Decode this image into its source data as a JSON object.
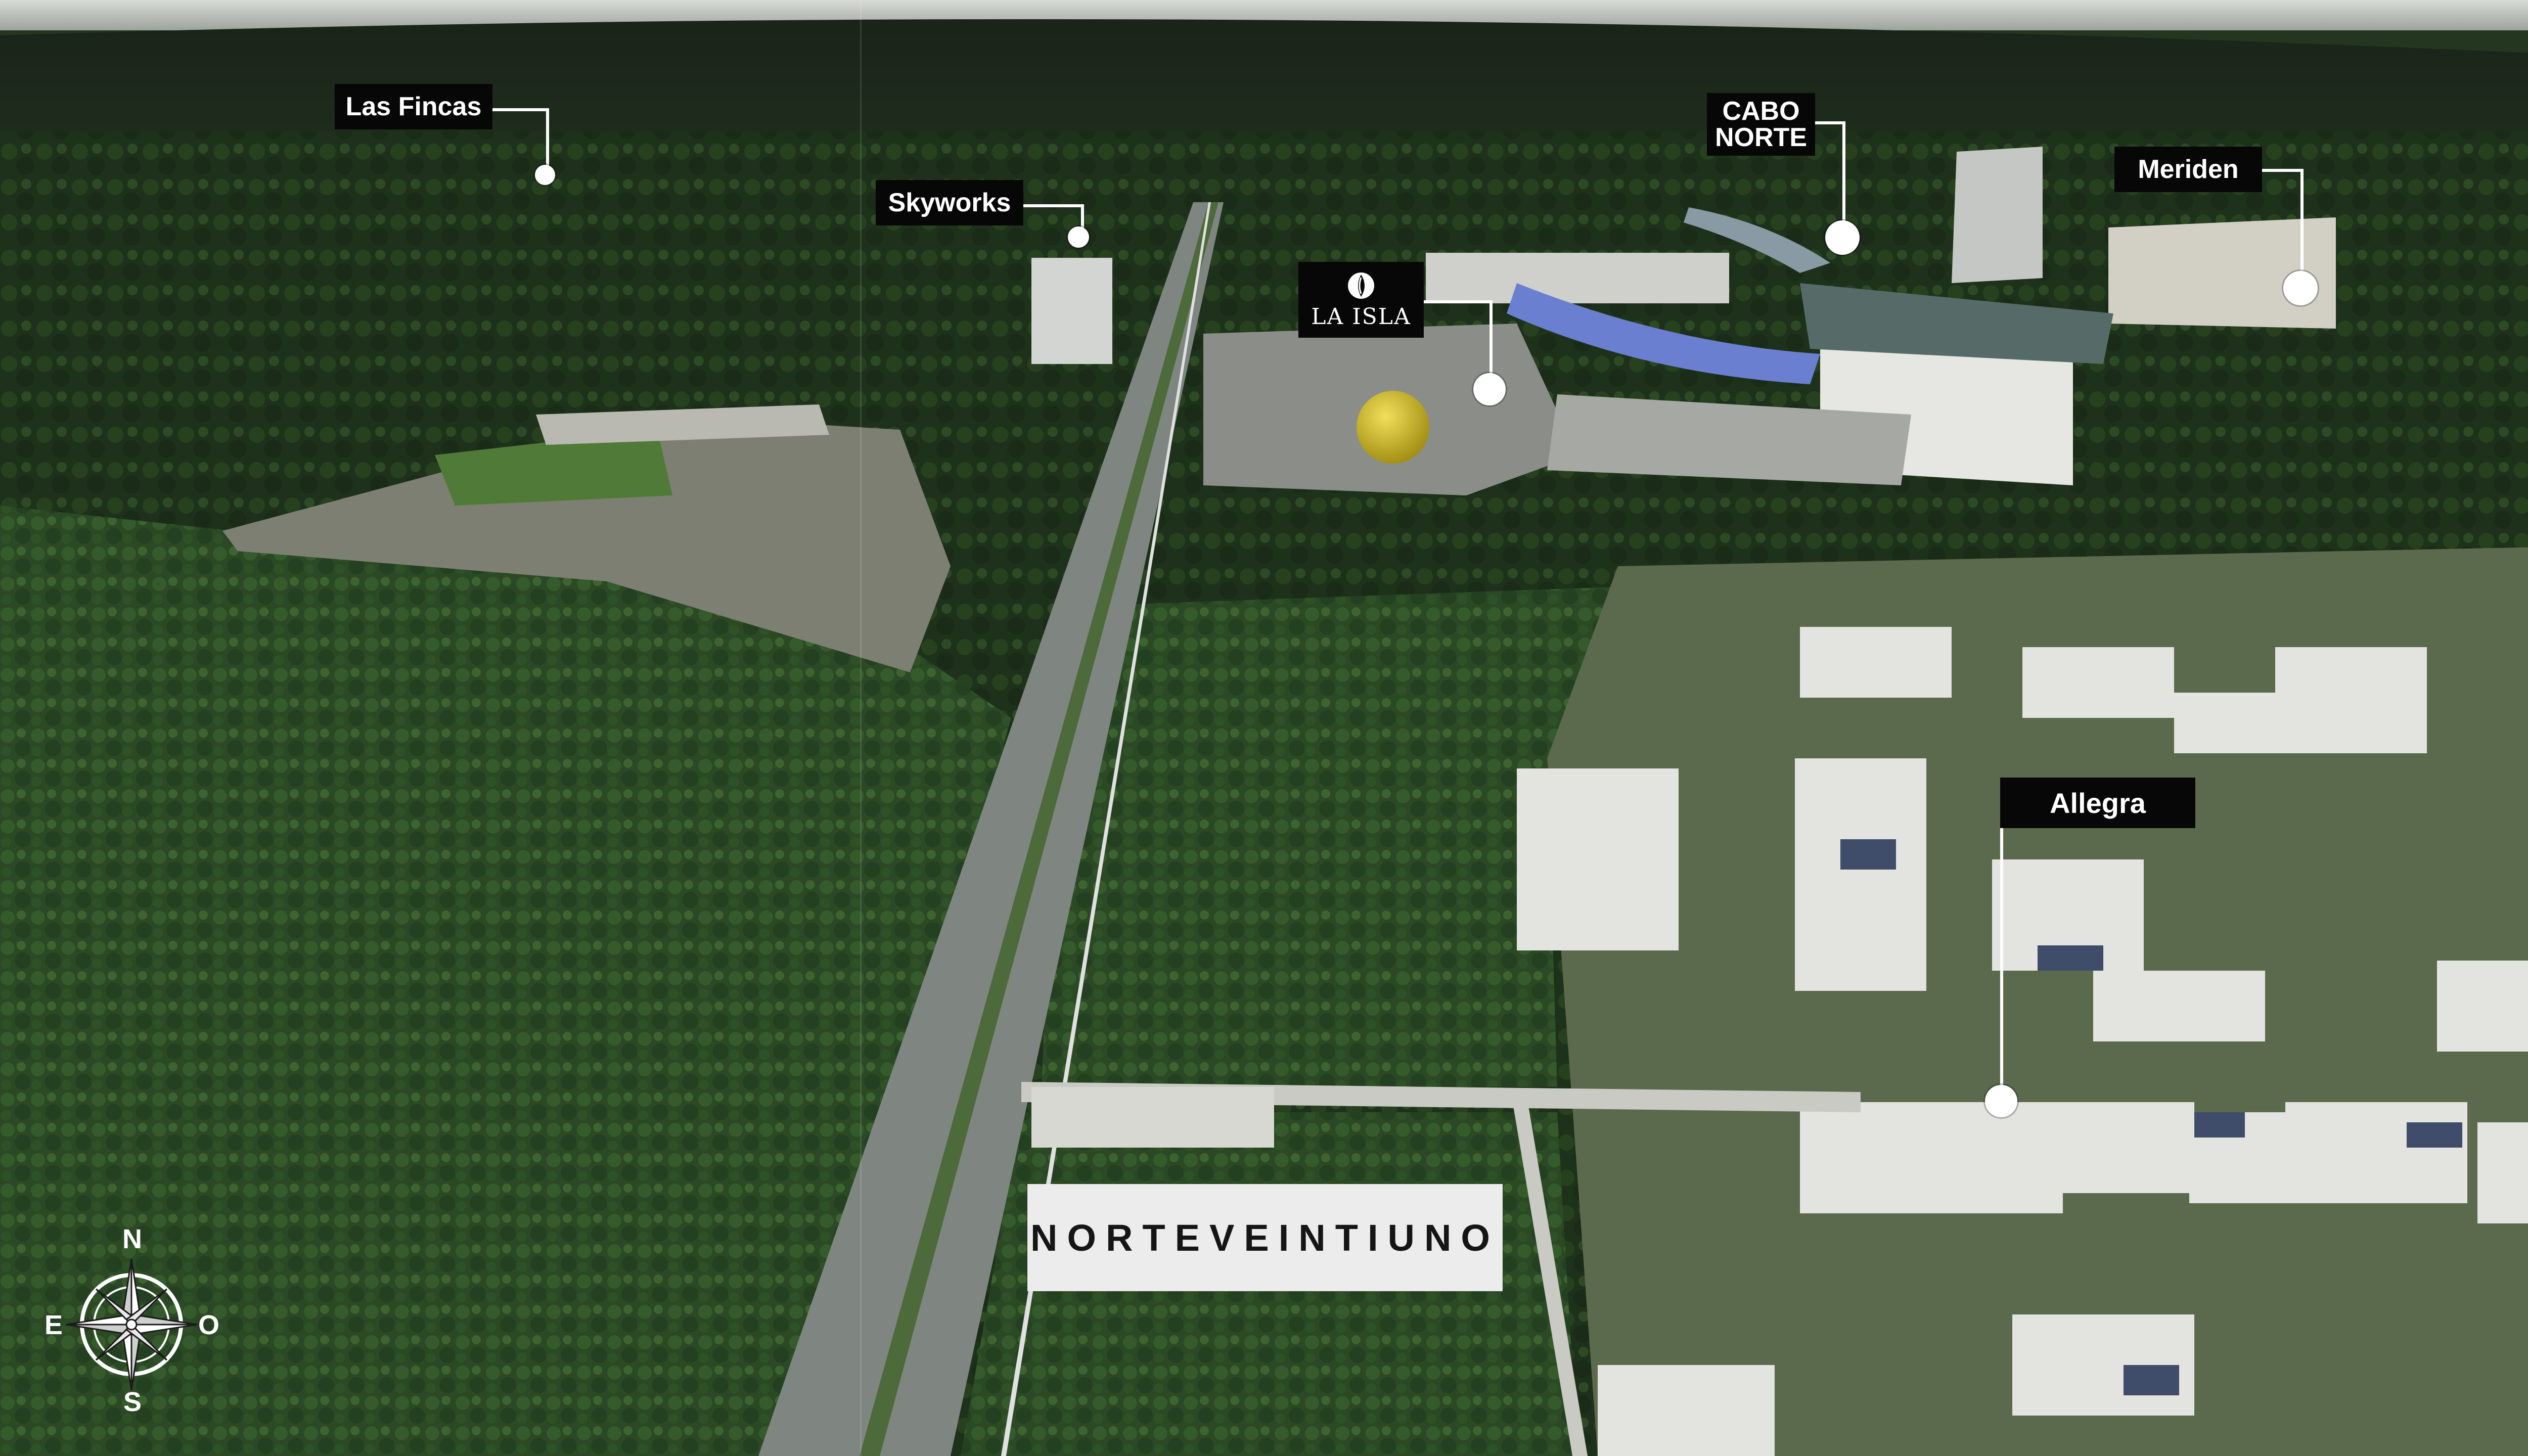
{
  "map": {
    "labels": {
      "las_fincas": "Las Fincas",
      "skyworks": "Skyworks",
      "la_isla": "LA ISLA",
      "cabo_norte_line1": "CABO",
      "cabo_norte_line2": "NORTE",
      "meriden": "Meriden",
      "allegra": "Allegra"
    },
    "project_name": "NORTEVEINTIUNO",
    "compass": {
      "north": "N",
      "south": "S",
      "east": "E",
      "west": "O"
    }
  },
  "colors": {
    "label_background": "#070707",
    "label_text": "#ffffff",
    "project_box_background": "#ececec",
    "project_text": "#151515",
    "vegetation": "#2c4a25",
    "road": "#8a8f8c",
    "sky": "#c9ccc7",
    "balloon": "#d9c21a"
  },
  "icons": [
    "compass-rose-icon",
    "la-isla-logo-icon",
    "pin-dot-icon"
  ]
}
